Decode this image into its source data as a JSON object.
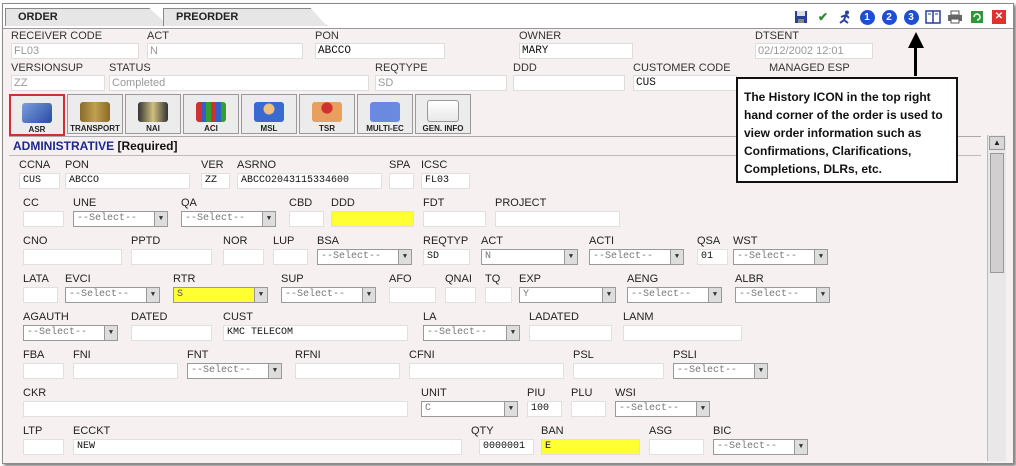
{
  "tabs": [
    "ORDER",
    "PREORDER"
  ],
  "toolbar": {
    "check": "✔",
    "num1": "1",
    "num2": "2",
    "num3": "3",
    "close": "✕"
  },
  "header": {
    "receiver_code": {
      "label": "RECEIVER CODE",
      "value": "FL03"
    },
    "act": {
      "label": "ACT",
      "value": "N"
    },
    "pon": {
      "label": "PON",
      "value": "ABCCO"
    },
    "owner": {
      "label": "OWNER",
      "value": "MARY"
    },
    "dtsent": {
      "label": "DTSENT",
      "value": "02/12/2002 12:01"
    },
    "versionsup": {
      "label": "VERSIONSUP",
      "value": "ZZ"
    },
    "status": {
      "label": "STATUS",
      "value": "Completed"
    },
    "reqtype": {
      "label": "REQTYPE",
      "value": "SD"
    },
    "ddd": {
      "label": "DDD",
      "value": ""
    },
    "customer_code": {
      "label": "CUSTOMER CODE",
      "value": "CUS"
    },
    "managed_esp": {
      "label": "MANAGED ESP",
      "value": ""
    }
  },
  "nav_icons": [
    "ASR",
    "TRANSPORT",
    "NAI",
    "ACI",
    "MSL",
    "TSR",
    "MULTI-EC",
    "GEN. INFO"
  ],
  "panel": {
    "title": "ADMINISTRATIVE",
    "required": "[Required]"
  },
  "select_placeholder": "--Select--",
  "fields": {
    "ccna": {
      "label": "CCNA",
      "value": "CUS"
    },
    "pon": {
      "label": "PON",
      "value": "ABCCO"
    },
    "ver": {
      "label": "VER",
      "value": "ZZ"
    },
    "asrno": {
      "label": "ASRNO",
      "value": "ABCCO2043115334600"
    },
    "spa": {
      "label": "SPA",
      "value": ""
    },
    "icsc": {
      "label": "ICSC",
      "value": "FL03"
    },
    "cc": {
      "label": "CC",
      "value": ""
    },
    "une": {
      "label": "UNE",
      "value": "--Select--"
    },
    "qa": {
      "label": "QA",
      "value": "--Select--"
    },
    "cbd": {
      "label": "CBD",
      "value": ""
    },
    "ddd": {
      "label": "DDD",
      "value": ""
    },
    "fdt": {
      "label": "FDT",
      "value": ""
    },
    "project": {
      "label": "PROJECT",
      "value": ""
    },
    "cno": {
      "label": "CNO",
      "value": ""
    },
    "pptd": {
      "label": "PPTD",
      "value": ""
    },
    "nor": {
      "label": "NOR",
      "value": ""
    },
    "lup": {
      "label": "LUP",
      "value": ""
    },
    "bsa": {
      "label": "BSA",
      "value": "--Select--"
    },
    "reqtyp": {
      "label": "REQTYP",
      "value": "SD"
    },
    "act": {
      "label": "ACT",
      "value": "N"
    },
    "acti": {
      "label": "ACTI",
      "value": "--Select--"
    },
    "qsa": {
      "label": "QSA",
      "value": "01"
    },
    "wst": {
      "label": "WST",
      "value": "--Select--"
    },
    "lata": {
      "label": "LATA",
      "value": ""
    },
    "evci": {
      "label": "EVCI",
      "value": "--Select--"
    },
    "rtr": {
      "label": "RTR",
      "value": "S"
    },
    "sup": {
      "label": "SUP",
      "value": "--Select--"
    },
    "afo": {
      "label": "AFO",
      "value": ""
    },
    "qnai": {
      "label": "QNAI",
      "value": ""
    },
    "tq": {
      "label": "TQ",
      "value": ""
    },
    "exp": {
      "label": "EXP",
      "value": "Y"
    },
    "aeng": {
      "label": "AENG",
      "value": "--Select--"
    },
    "albr": {
      "label": "ALBR",
      "value": "--Select--"
    },
    "agauth": {
      "label": "AGAUTH",
      "value": "--Select--"
    },
    "dated": {
      "label": "DATED",
      "value": ""
    },
    "cust": {
      "label": "CUST",
      "value": "KMC TELECOM"
    },
    "la": {
      "label": "LA",
      "value": "--Select--"
    },
    "ladated": {
      "label": "LADATED",
      "value": ""
    },
    "lanm": {
      "label": "LANM",
      "value": ""
    },
    "fba": {
      "label": "FBA",
      "value": ""
    },
    "fni": {
      "label": "FNI",
      "value": ""
    },
    "fnt": {
      "label": "FNT",
      "value": "--Select--"
    },
    "rfni": {
      "label": "RFNI",
      "value": ""
    },
    "cfni": {
      "label": "CFNI",
      "value": ""
    },
    "psl": {
      "label": "PSL",
      "value": ""
    },
    "psli": {
      "label": "PSLI",
      "value": "--Select--"
    },
    "ckr": {
      "label": "CKR",
      "value": ""
    },
    "unit": {
      "label": "UNIT",
      "value": "C"
    },
    "piu": {
      "label": "PIU",
      "value": "100"
    },
    "plu": {
      "label": "PLU",
      "value": ""
    },
    "wsi": {
      "label": "WSI",
      "value": "--Select--"
    },
    "ltp": {
      "label": "LTP",
      "value": ""
    },
    "ecckt": {
      "label": "ECCKT",
      "value": "NEW"
    },
    "qty": {
      "label": "QTY",
      "value": "0000001"
    },
    "ban": {
      "label": "BAN",
      "value": "E"
    },
    "asg": {
      "label": "ASG",
      "value": ""
    },
    "bic": {
      "label": "BIC",
      "value": "--Select--"
    }
  },
  "callout": {
    "text": "The History ICON in the top right hand corner of the order is used to view order information such as Confirmations, Clarifications, Completions, DLRs, etc."
  }
}
